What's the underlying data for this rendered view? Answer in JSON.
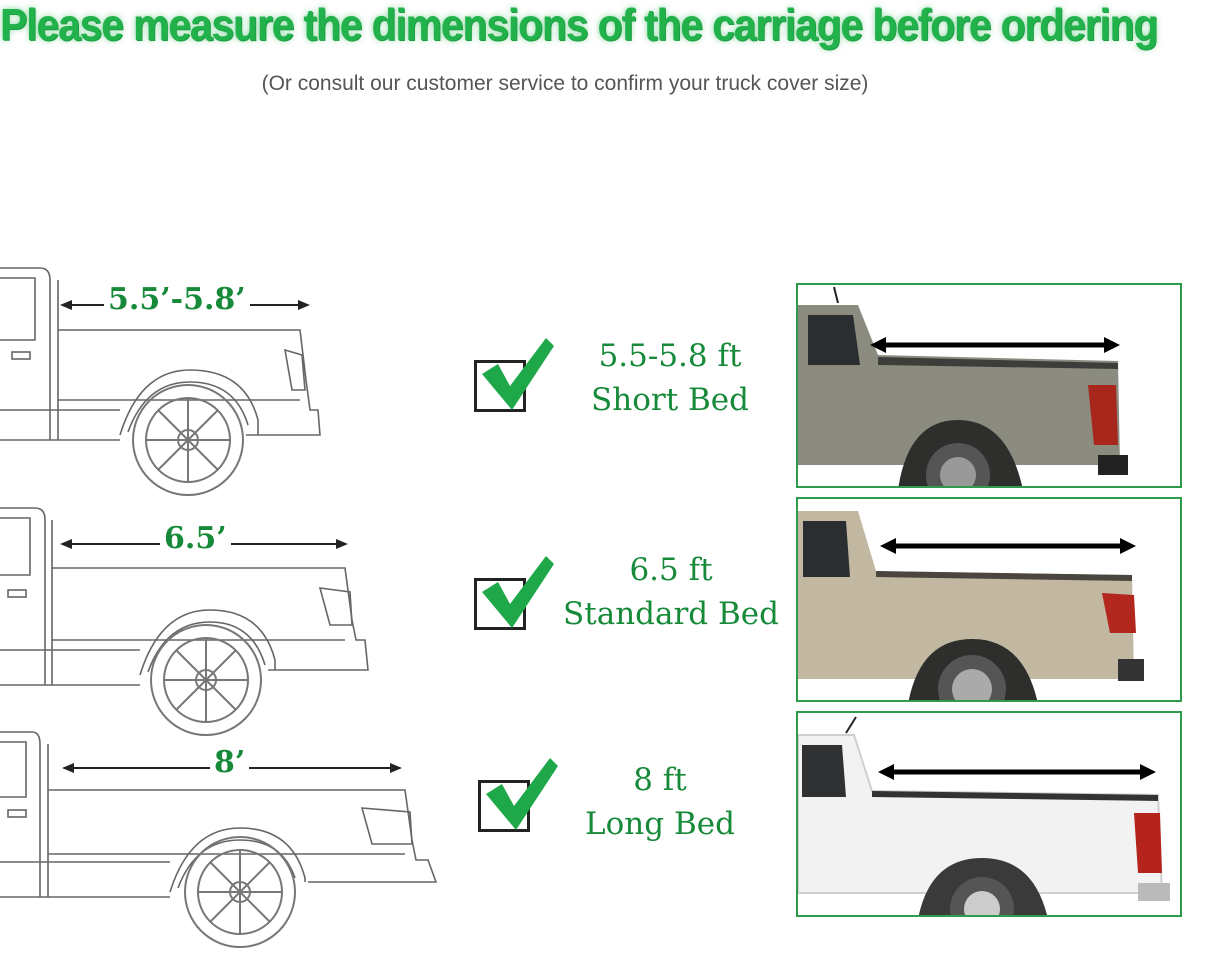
{
  "header": {
    "title": "Please measure the dimensions of the carriage before ordering",
    "subtitle": "(Or consult our customer service to confirm your truck cover size)"
  },
  "beds": [
    {
      "sketch_label": "5.5’-5.8’",
      "size_label": "5.5-5.8 ft",
      "type_label": "Short Bed",
      "photo_color": "#8c8b80"
    },
    {
      "sketch_label": "6.5’",
      "size_label": "6.5 ft",
      "type_label": "Standard Bed",
      "photo_color": "#c2b7a1"
    },
    {
      "sketch_label": "8’",
      "size_label": "8 ft",
      "type_label": "Long Bed",
      "photo_color": "#f2f2f2"
    }
  ],
  "colors": {
    "accent_green": "#22b24c",
    "label_green": "#178a3a",
    "frame_green": "#2e9a4c"
  },
  "icons": [
    "check-icon",
    "truck-sketch",
    "truck-photo",
    "double-arrow"
  ]
}
